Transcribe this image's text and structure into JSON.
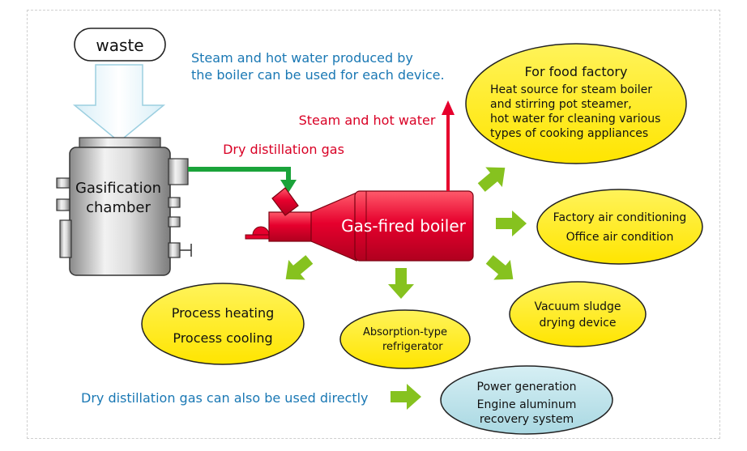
{
  "input": {
    "label": "waste"
  },
  "gasifier": {
    "line1": "Gasification",
    "line2": "chamber"
  },
  "boiler": {
    "label": "Gas-fired boiler"
  },
  "flows": {
    "gas_label": "Dry distillation gas",
    "steam_label": "Steam and hot water"
  },
  "notes": {
    "steam_line1": "Steam and hot water produced by",
    "steam_line2": "the boiler can be used for each device.",
    "direct_use": "Dry distillation gas can also be used directly"
  },
  "uses": {
    "food": {
      "title": "For food factory",
      "lines": [
        "Heat source for steam boiler",
        "and stirring pot steamer,",
        "hot water for cleaning various",
        "types of cooking appliances"
      ]
    },
    "aircon": {
      "line1": "Factory air conditioning",
      "line2": "Office air condition"
    },
    "vacuum": {
      "line1": "Vacuum sludge",
      "line2": "drying device"
    },
    "absorption": {
      "line1": "Absorption-type",
      "line2": "refrigerator"
    },
    "process": {
      "line1": "Process heating",
      "line2": "Process cooling"
    },
    "power": {
      "line1": "Power generation",
      "line2": "Engine aluminum",
      "line3": "recovery system"
    }
  },
  "colors": {
    "use_fill": "#ffee1a",
    "power_fill": "#bfe3ea",
    "boiler_red": "#e6002d",
    "gas_pipe": "#1aa33a",
    "use_arrow": "#86c21f",
    "steam_text": "#d90025",
    "note_text": "#1a78b4"
  }
}
